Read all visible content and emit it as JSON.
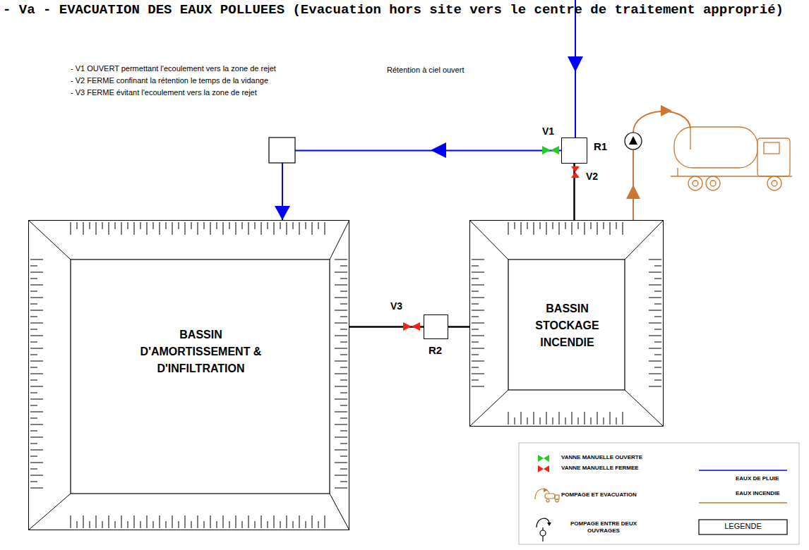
{
  "diagram": {
    "title": "- Va - EVACUATION DES EAUX POLLUEES (Evacuation hors site vers le centre de traitement approprié)",
    "nodes": [
      {
        "text": [
          "R1"
        ]
      },
      {
        "text": [
          "BASSIN D'AMORTISSEMENT & D'INFILTRATION"
        ]
      },
      {
        "text": [
          "R2"
        ]
      },
      {
        "text": [
          "BASSIN STOCKAGE INCENDIE"
        ]
      }
    ],
    "edges": [
      {
        "from": 0,
        "to": 1,
        "arrow": "to"
      },
      {
        "from": 0,
        "to": 3,
        "arrow": "none"
      },
      {
        "from": 1,
        "to": 2,
        "arrow": "none"
      },
      {
        "from": 2,
        "to": 3,
        "arrow": "none"
      }
    ],
    "labels": [
      "Rétention à ciel ouvert",
      "- V1 OUVERT permettant l'ecoulement vers la zone de rejet",
      "- V2 FERME confinant la rétention le temps de la vidange",
      "- V3 FERME évitant l'ecoulement vers la zone de rejet",
      "V1",
      "V2",
      "V3",
      "LEGENDE"
    ],
    "legend": [
      {
        "text": "VANNE MANUELLE OUVERTE"
      },
      {
        "text": "VANNE MANUELLE FERMEE"
      },
      {
        "text": "EAUX DE PLUIE",
        "color": "#0000ff"
      },
      {
        "text": "EAUX INCENDIE",
        "color": "#cc7733"
      },
      {
        "text": "POMPAGE ET EVACUATION"
      },
      {
        "text": "POMPAGE ENTRE DEUX OUVRAGES"
      }
    ]
  }
}
